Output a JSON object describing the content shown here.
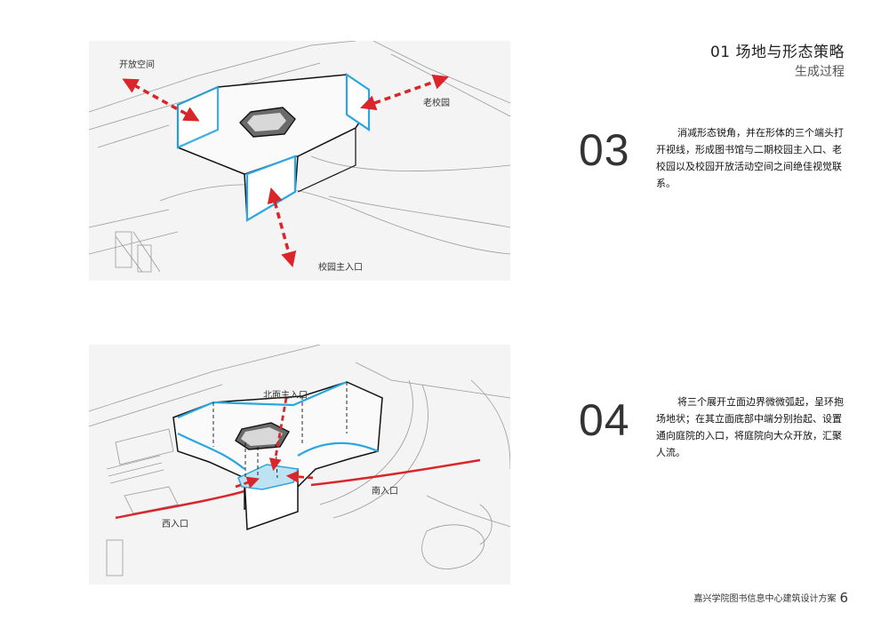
{
  "header": {
    "title": "01 场地与形态策略",
    "subtitle": "生成过程"
  },
  "steps": [
    {
      "number": "03",
      "text": "消减形态锐角，并在形体的三个端头打开视线，形成图书馆与二期校园主入口、老校园以及校园开放活动空间之间绝佳视觉联系。",
      "labels": {
        "open_space": "开放空间",
        "old_campus": "老校园",
        "main_entrance": "校园主入口"
      }
    },
    {
      "number": "04",
      "text": "将三个展开立面边界微微弧起，呈环抱场地状；在其立面底部中端分别抬起、设置通向庭院的入口，将庭院向大众开放，汇聚人流。",
      "labels": {
        "north_entrance": "北面主入口",
        "south_entrance": "南入口",
        "west_entrance": "西入口"
      }
    }
  ],
  "footer": {
    "project": "嘉兴学院图书信息中心建筑设计方案",
    "page": "6"
  },
  "colors": {
    "accent_blue": "#2aa6e0",
    "arrow_red": "#d8262b",
    "text": "#222222"
  }
}
